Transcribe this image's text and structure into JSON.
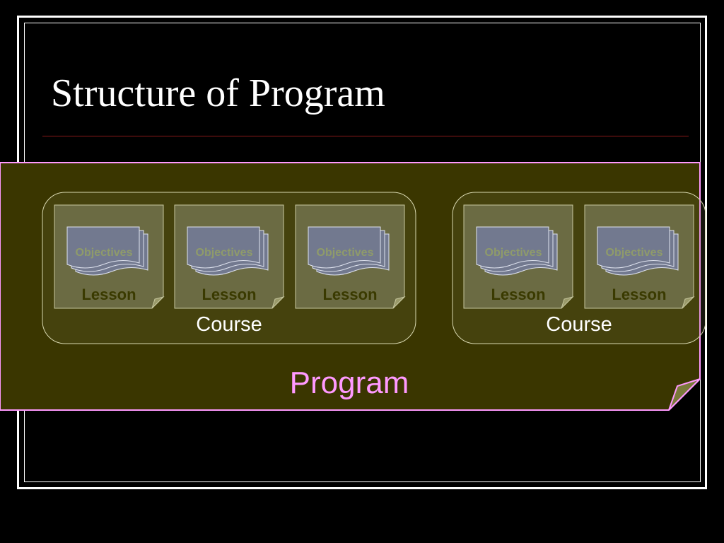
{
  "slide": {
    "title": "Structure of Program"
  },
  "program": {
    "label": "Program",
    "courses": [
      {
        "label": "Course",
        "lessons": [
          {
            "label": "Lesson",
            "objectives": "Objectives"
          },
          {
            "label": "Lesson",
            "objectives": "Objectives"
          },
          {
            "label": "Lesson",
            "objectives": "Objectives"
          }
        ]
      },
      {
        "label": "Course",
        "lessons": [
          {
            "label": "Lesson",
            "objectives": "Objectives"
          },
          {
            "label": "Lesson",
            "objectives": "Objectives"
          }
        ]
      }
    ]
  },
  "colors": {
    "background": "#000000",
    "program_fill": "#3a3600",
    "program_border": "#ff99ff",
    "course_border": "#d8d8b0",
    "lesson_fill": "#6b6b43",
    "objectives_fill": "#72798f",
    "title_rule": "#8b1a1a"
  }
}
